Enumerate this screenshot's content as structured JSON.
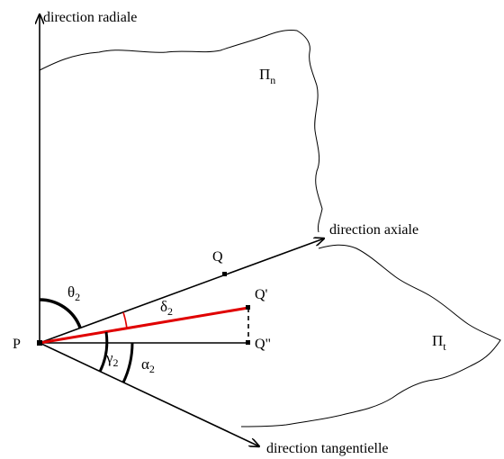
{
  "labels": {
    "radial": "direction radiale",
    "axial": "direction axiale",
    "tangential": "direction tangentielle",
    "plane_n": "Π",
    "plane_n_sub": "n",
    "plane_t": "Π",
    "plane_t_sub": "t",
    "point_p": "P",
    "point_q": "Q",
    "point_q1": "Q'",
    "point_q2": "Q\"",
    "theta": "θ",
    "theta_sub": "2",
    "delta": "δ",
    "delta_sub": "2",
    "gamma": "γ",
    "gamma_sub": "2",
    "alpha": "α",
    "alpha_sub": "2"
  },
  "colors": {
    "line": "#000000",
    "highlight": "#e00000",
    "background": "#ffffff"
  }
}
